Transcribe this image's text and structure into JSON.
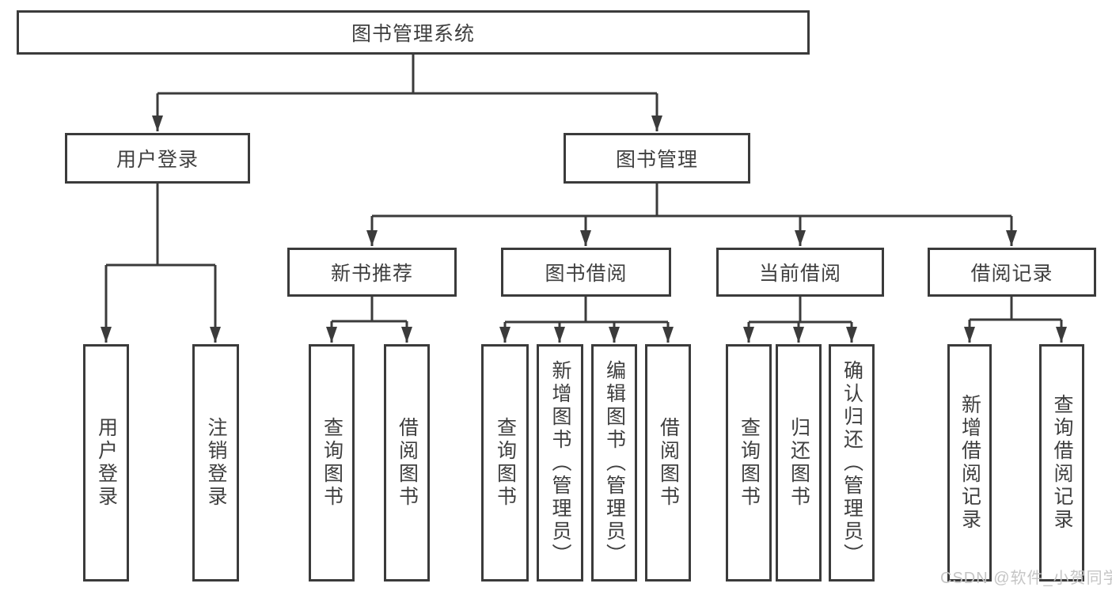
{
  "diagram": {
    "root": {
      "label": "图书管理系统"
    },
    "branches": [
      {
        "label": "用户登录",
        "children": [
          {
            "label": "用户登录"
          },
          {
            "label": "注销登录"
          }
        ]
      },
      {
        "label": "图书管理",
        "children": [
          {
            "label": "新书推荐",
            "children": [
              {
                "label": "查询图书"
              },
              {
                "label": "借阅图书"
              }
            ]
          },
          {
            "label": "图书借阅",
            "children": [
              {
                "label": "查询图书"
              },
              {
                "label": "新增图书（管理员）"
              },
              {
                "label": "编辑图书（管理员）"
              },
              {
                "label": "借阅图书"
              }
            ]
          },
          {
            "label": "当前借阅",
            "children": [
              {
                "label": "查询图书"
              },
              {
                "label": "归还图书"
              },
              {
                "label": "确认归还（管理员）"
              }
            ]
          },
          {
            "label": "借阅记录",
            "children": [
              {
                "label": "新增借阅记录"
              },
              {
                "label": "查询借阅记录"
              }
            ]
          }
        ]
      }
    ]
  },
  "watermark": {
    "text": "CSDN @软件_小贺同学"
  },
  "colors": {
    "line": "#3b3b3b",
    "text": "#3f3f3f",
    "watermark": "#c5c5c5",
    "background": "#ffffff"
  }
}
